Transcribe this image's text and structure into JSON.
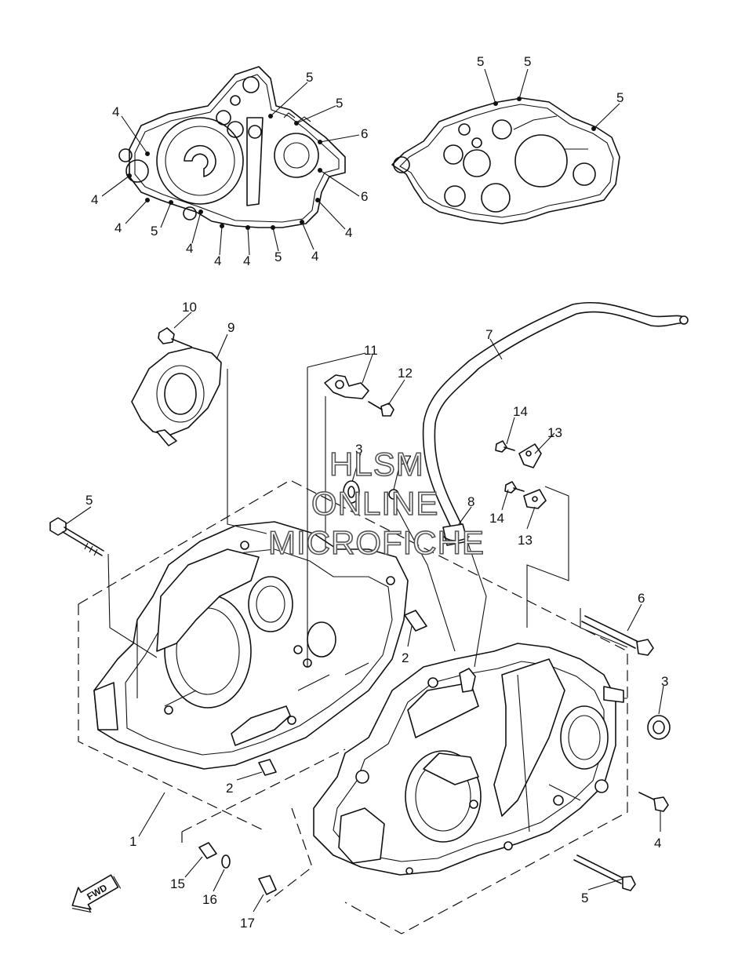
{
  "watermark": {
    "line1": "HLSM",
    "line2": "ONLINE",
    "line3": "MICROFICHE"
  },
  "fwd_label": "FWD",
  "gasket_left_callouts": [
    "4",
    "5",
    "5",
    "6",
    "6",
    "4",
    "4",
    "4",
    "5",
    "4",
    "4",
    "4",
    "5",
    "4"
  ],
  "gasket_right_callouts": [
    "5",
    "5",
    "5"
  ],
  "parts": {
    "p1": "1",
    "p2a": "2",
    "p2b": "2",
    "p3a": "3",
    "p3b": "3",
    "p4": "4",
    "p5a": "5",
    "p5b": "5",
    "p6": "6",
    "p7": "7",
    "p8": "8",
    "p9": "9",
    "p10": "10",
    "p11": "11",
    "p12": "12",
    "p13a": "13",
    "p13b": "13",
    "p14a": "14",
    "p14b": "14",
    "p15": "15",
    "p16": "16",
    "p17a": "17",
    "p17b": "17"
  }
}
